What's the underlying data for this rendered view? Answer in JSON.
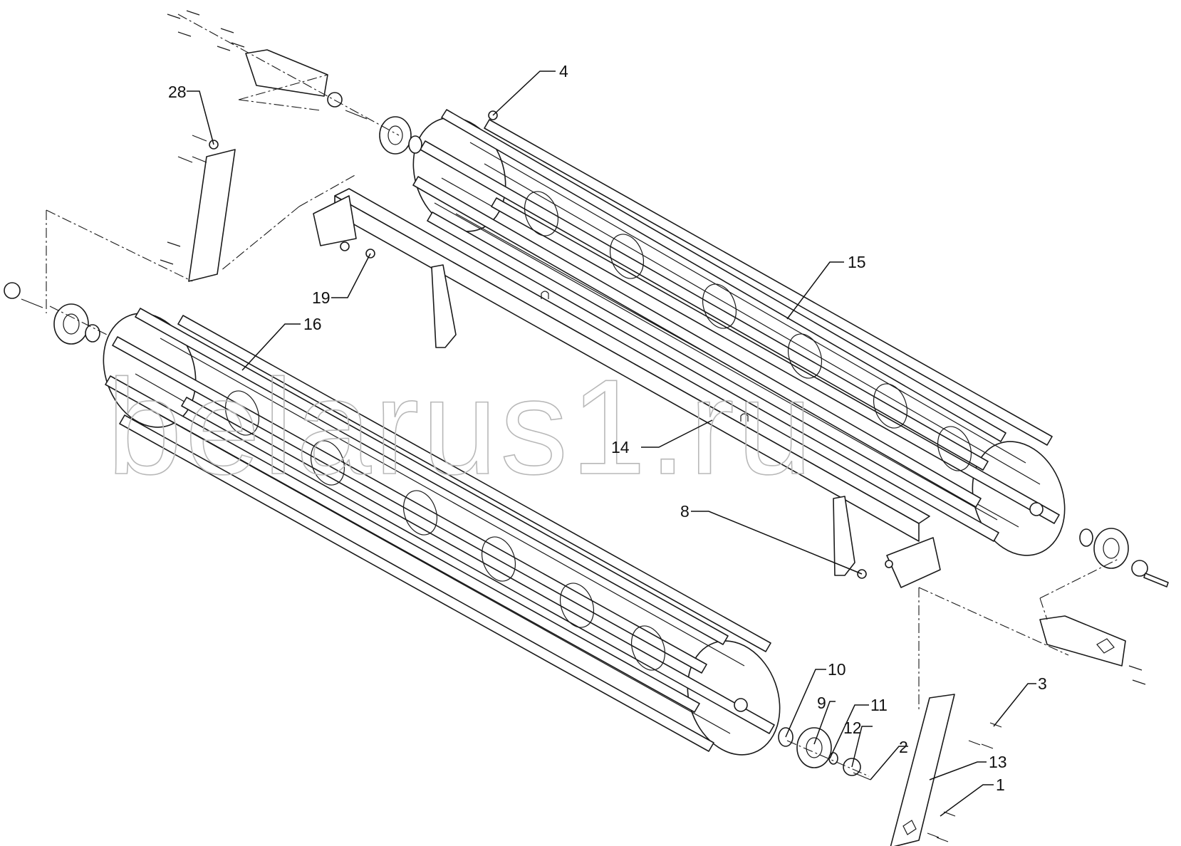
{
  "watermark": "belarus1.ru",
  "callouts": [
    {
      "id": "c4",
      "label": "4"
    },
    {
      "id": "c28",
      "label": "28"
    },
    {
      "id": "c15",
      "label": "15"
    },
    {
      "id": "c19",
      "label": "19"
    },
    {
      "id": "c16",
      "label": "16"
    },
    {
      "id": "c14",
      "label": "14"
    },
    {
      "id": "c8",
      "label": "8"
    },
    {
      "id": "c10",
      "label": "10"
    },
    {
      "id": "c9",
      "label": "9"
    },
    {
      "id": "c11",
      "label": "11"
    },
    {
      "id": "c12",
      "label": "12"
    },
    {
      "id": "c2",
      "label": "2"
    },
    {
      "id": "c3",
      "label": "3"
    },
    {
      "id": "c13",
      "label": "13"
    },
    {
      "id": "c1",
      "label": "1"
    }
  ]
}
